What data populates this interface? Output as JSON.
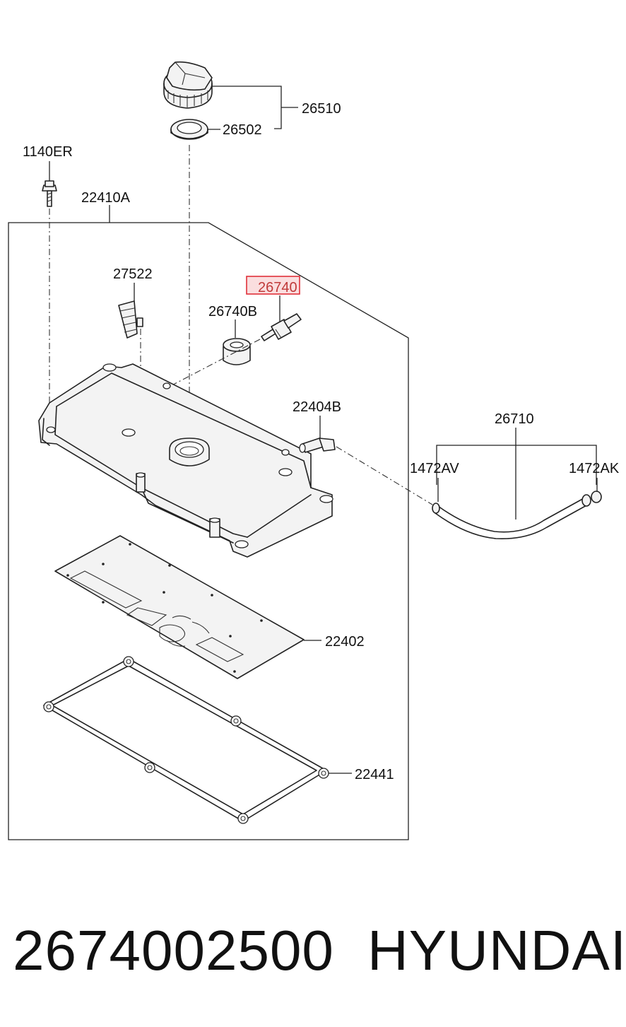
{
  "diagram": {
    "labels": {
      "l26510": "26510",
      "l26502": "26502",
      "l1140ER": "1140ER",
      "l22410A": "22410A",
      "l27522": "27522",
      "l26740": "26740",
      "l26740B": "26740B",
      "l22404B": "22404B",
      "l26710": "26710",
      "l1472AV": "1472AV",
      "l1472AK": "1472AK",
      "l22402": "22402",
      "l22441": "22441"
    },
    "highlighted_label": "26740",
    "highlight_color": "#e0303a"
  },
  "caption": {
    "part_number": "2674002500",
    "brand": "HYUNDAI"
  }
}
